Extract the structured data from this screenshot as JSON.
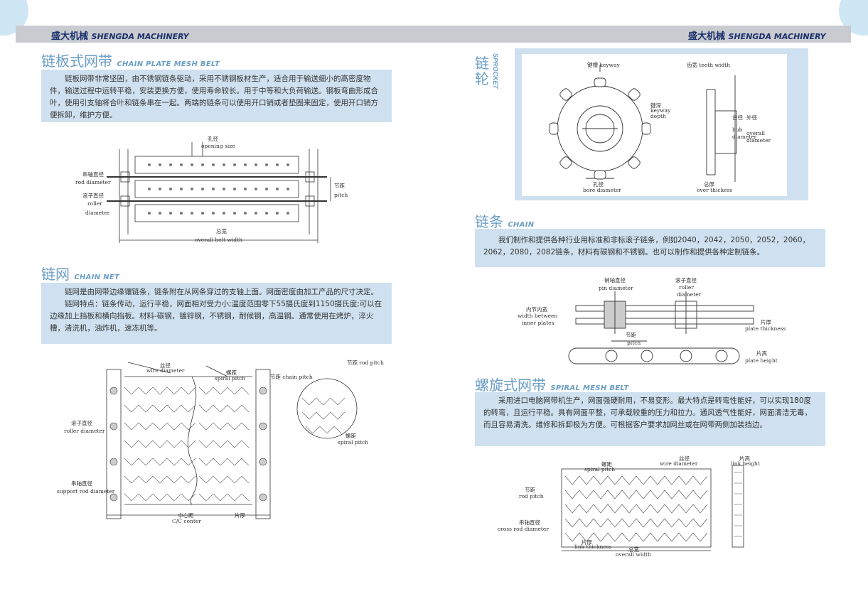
{
  "header": {
    "brand_cn": "盛大机械",
    "brand_en": "SHENGDA MACHINERY"
  },
  "left": {
    "plate": {
      "title_cn": "链板式网带",
      "title_en": "CHAIN PLATE MESH BELT",
      "desc": "链板网带非常坚固，由不锈钢链条驱动，采用不锈钢板材生产，适合用于输送细小的高密度物件，输送过程中运转平稳，安装更换方便，使用寿命较长。用于中等和大负荷输送。钢板弯曲形成合叶，使用引支轴将合叶和链条串在一起。两端的链条可以使用开口销或者垫圈来固定，使用开口销方便拆卸，维护方便。",
      "labels": {
        "hole_cn": "孔径",
        "hole_en": "opening size",
        "rod_cn": "串轴直径",
        "rod_en": "rod diameter",
        "roller_cn": "滚子直径",
        "roller_en1": "roller",
        "roller_en2": "diameter",
        "pitch_cn": "节距",
        "pitch_en": "pitch",
        "width_cn": "总宽",
        "width_en": "overall belt width"
      }
    },
    "net": {
      "title_cn": "链网",
      "title_en": "CHAIN NET",
      "desc1": "链网是由网带边缘镶链条，链条附在从网条穿过的支轴上面。网面密度由加工产品的尺寸决定。",
      "desc2": "链网特点：链条传动，运行平稳，网面相对受力小;温度范围零下55摄氏度到1150摄氏度;可以在边缘加上挡板和横向挡板。材料-碳钢，镀锌钢，不锈钢，耐候钢，高温钢。通常使用在烤炉，淬火槽，清洗机，油炸机，速冻机等。",
      "labels": {
        "wire_cn": "丝径",
        "wire_en": "wire diameter",
        "spiral_cn": "螺距",
        "spiral_en": "spiral pitch",
        "chain_pitch_cn": "节距",
        "chain_pitch_en": "chain pitch",
        "roller_cn": "滚子直径",
        "roller_en": "roller diameter",
        "support_cn": "串轴直径",
        "support_en": "support rod diameter",
        "cc_cn": "中心距",
        "cc_en": "C/C center",
        "thick_cn": "片厚",
        "rod_pitch_cn": "节距",
        "rod_pitch_en": "rod pitch",
        "spiral2_cn": "螺距",
        "spiral2_en": "spiral pitch"
      }
    }
  },
  "right": {
    "sprocket": {
      "title_cn": "链轮",
      "title_en": "SPROCKET",
      "labels": {
        "keyway_cn": "键槽",
        "keyway_en": "keyway",
        "teeth_cn": "齿宽",
        "teeth_en": "teeth width",
        "depth_cn": "键深",
        "depth_en1": "keyway",
        "depth_en2": "depth",
        "hub_cn": "台径",
        "hub_en1": "hub",
        "hub_en2": "diameter",
        "outer_cn": "外径",
        "outer_en1": "overall",
        "outer_en2": "diameter",
        "bore_cn": "孔径",
        "bore_en": "bore diameter",
        "over_cn": "总厚",
        "over_en": "over thickess"
      }
    },
    "chain": {
      "title_cn": "链条",
      "title_en": "CHAIN",
      "desc": "我们制作和提供各种行业用标准和非标滚子链条，例如2040，2042，2050，2052，2060，2062，2080，2082链条，材料有碳钢和不锈钢。也可以制作和提供各种定制链条。",
      "labels": {
        "pin_cn": "销轴直径",
        "pin_en": "pin diameter",
        "roller_cn": "滚子直径",
        "roller_en1": "roller",
        "roller_en2": "diameter",
        "inner_cn": "内节内宽",
        "inner_en1": "width between",
        "inner_en2": "inner plates",
        "thick_cn": "片厚",
        "thick_en": "plate thickness",
        "pitch_cn": "节距",
        "pitch_en": "pitch",
        "height_cn": "片高",
        "height_en": "plate height"
      }
    },
    "spiral": {
      "title_cn": "螺旋式网带",
      "title_en": "SPIRAL MESH BELT",
      "desc": "采用进口电脑网带机生产，网面强硬耐用，不易变形。最大特点是转弯性能好，可以实现180度的转弯，且运行平稳。具有网面平整，可承载较重的压力和拉力。通风透气性能好，网面清洁无毒，而且容易清洗。维修和拆卸极为方便。可根据客户要求加网丝或在网带两侧加装挡边。",
      "labels": {
        "spiral_cn": "螺距",
        "spiral_en": "spiral pitch",
        "wire_cn": "丝径",
        "wire_en": "wire diameter",
        "link_cn": "片高",
        "link_en": "link height",
        "rod_cn": "节距",
        "rod_en": "rod pitch",
        "cross_cn": "串轴直径",
        "cross_en": "cross rod diameter",
        "lt_cn": "片厚",
        "lt_en": "link thickness",
        "ow_cn": "总宽",
        "ow_en": "overall width"
      }
    }
  }
}
